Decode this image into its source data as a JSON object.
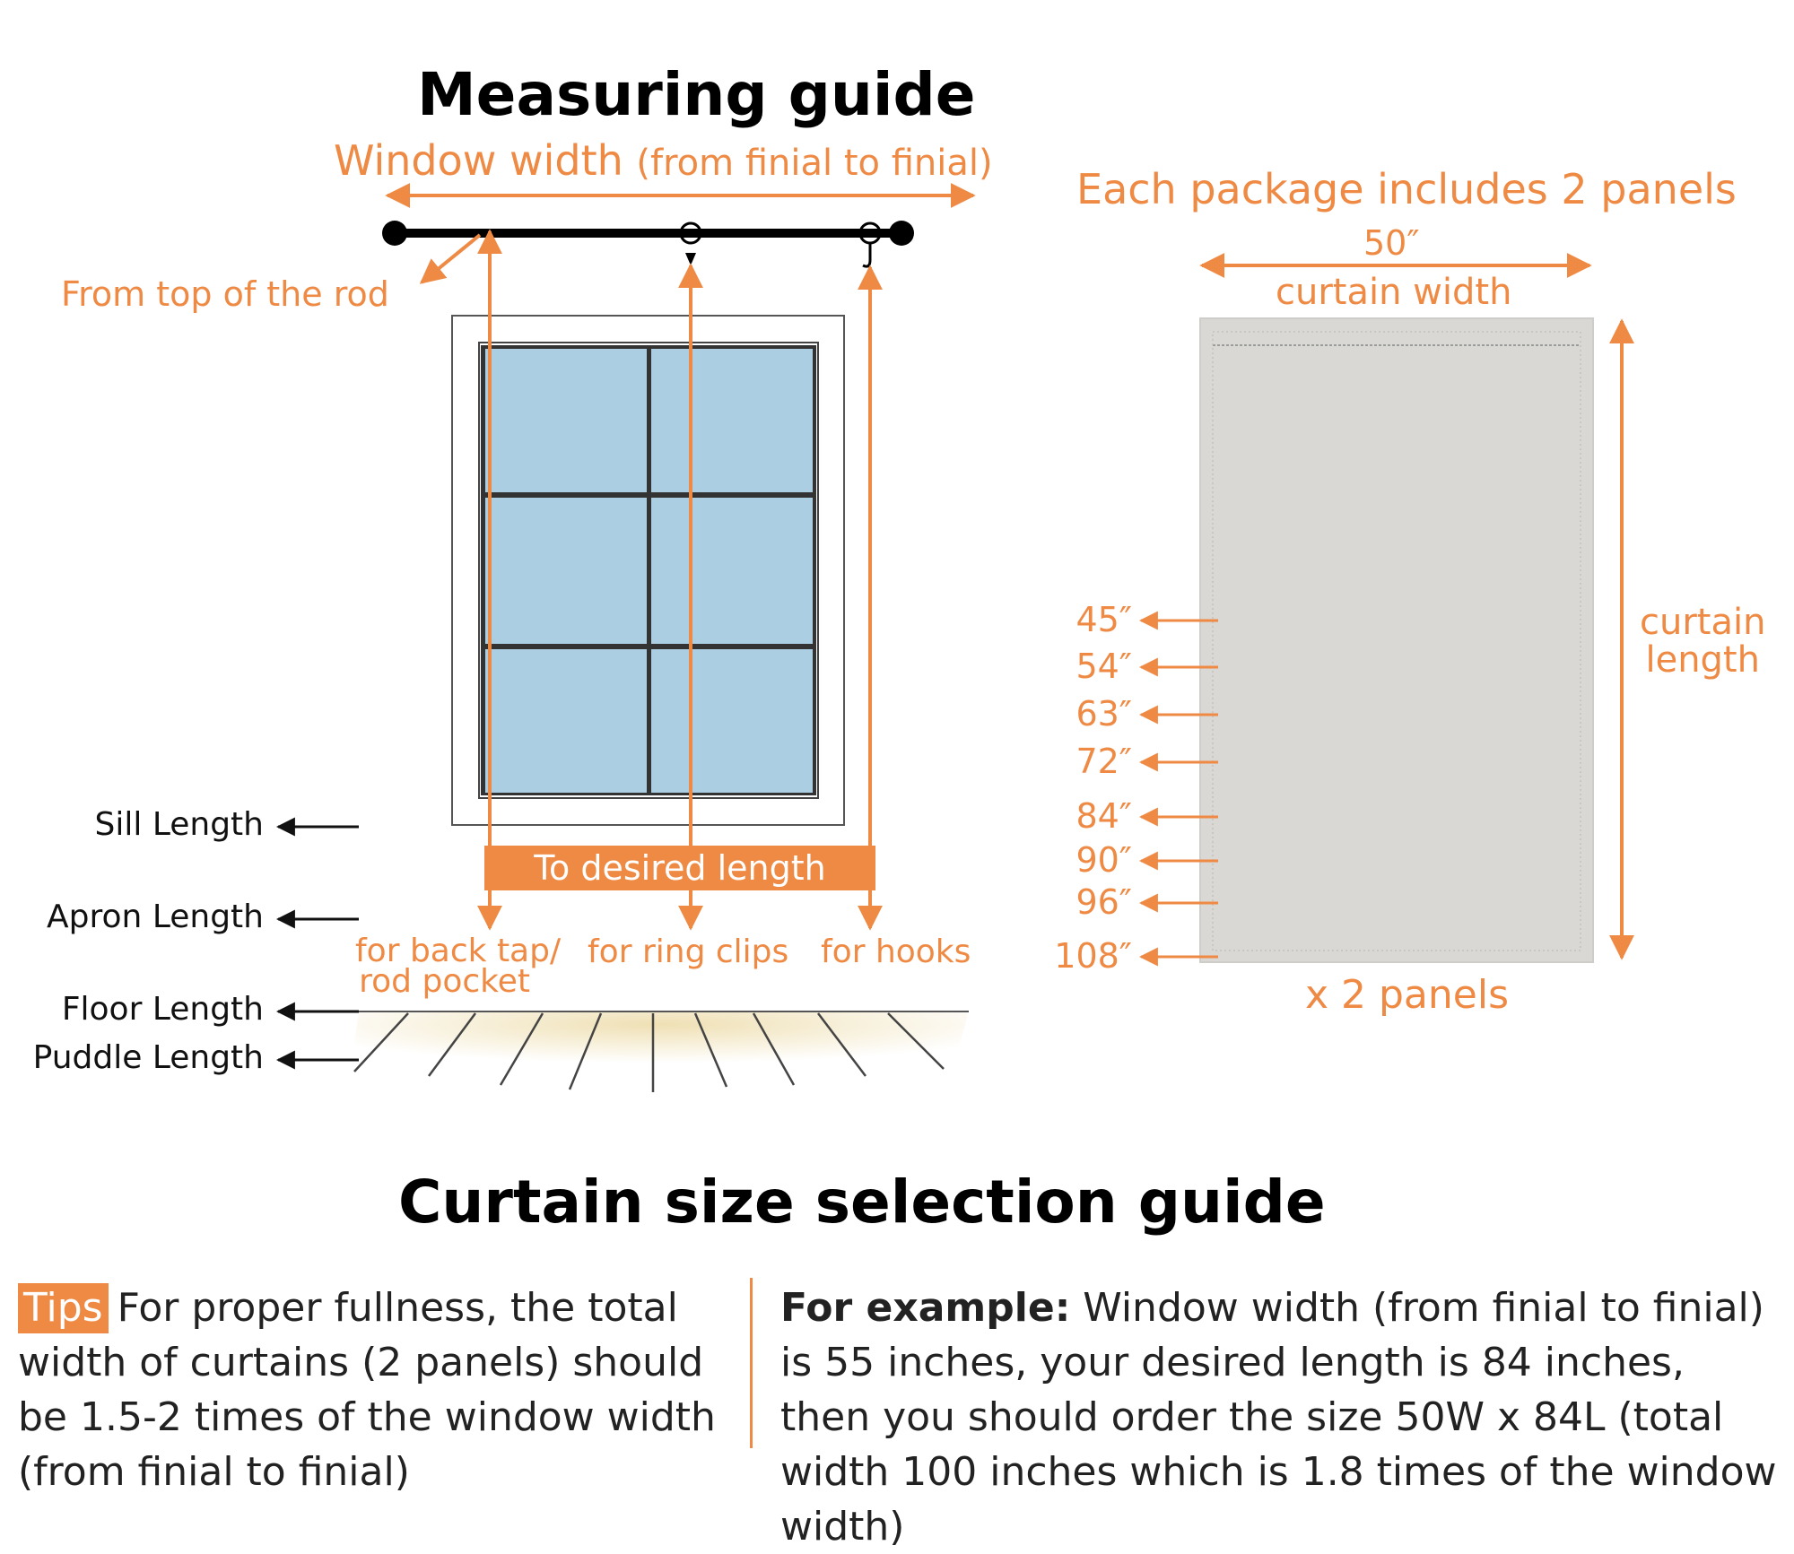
{
  "colors": {
    "accent": "#ee8a44",
    "glass": "#abcee3",
    "panel": "#dad8d4",
    "floor": "#efe0b4",
    "rod": "#000000"
  },
  "measuring_guide": {
    "title": "Measuring guide",
    "window_width_label": "Window width",
    "window_width_note": "(from finial to finial)",
    "from_top_label": "From top of the rod",
    "to_desired_label": "To desired length",
    "for_back_tap_line1": "for back tap/",
    "for_back_tap_line2": "rod pocket",
    "for_ring_clips": "for ring clips",
    "for_hooks": "for hooks",
    "lengths": [
      "Sill Length",
      "Apron Length",
      "Floor Length",
      "Puddle Length"
    ]
  },
  "package": {
    "title": "Each package includes 2 panels",
    "width_value": "50″",
    "width_label": "curtain width",
    "length_label_line1": "curtain",
    "length_label_line2": "length",
    "sizes": [
      "45″",
      "54″",
      "63″",
      "72″",
      "84″",
      "90″",
      "96″",
      "108″"
    ],
    "panels_label": "x 2 panels"
  },
  "selection_guide": {
    "title": "Curtain size selection guide",
    "tips_badge": "Tips",
    "tips_text": "For proper fullness, the total width of curtains (2 panels) should be 1.5-2 times of the window width (from finial to finial)",
    "example_label": "For example:",
    "example_text": "Window width (from finial to finial) is 55 inches, your desired length is 84 inches, then you should order the size 50W x 84L (total width 100 inches which is 1.8 times of the window width)"
  }
}
